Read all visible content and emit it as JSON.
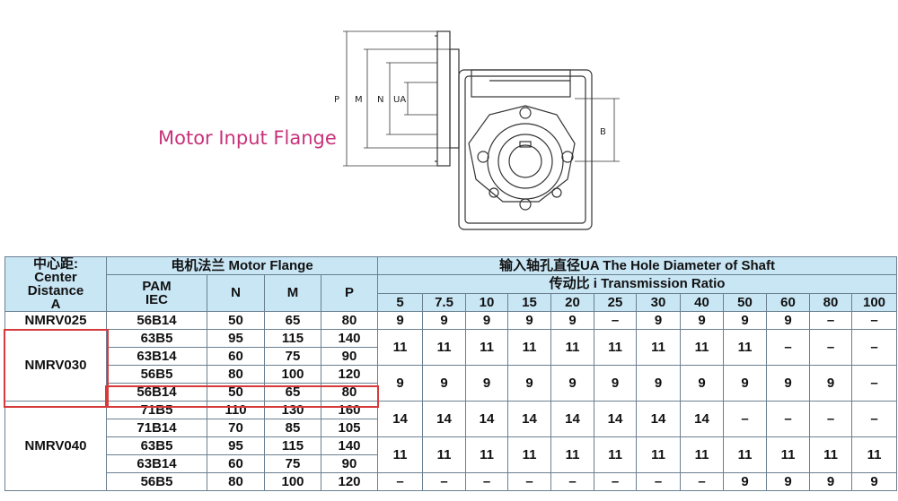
{
  "drawing": {
    "dimension_labels": [
      "P",
      "M",
      "N",
      "UA",
      "B"
    ]
  },
  "flange_label": "Motor Input Flange",
  "table": {
    "center_distance_header": "中心距:\nCenter Distance\nA",
    "motor_flange_header": "电机法兰 Motor Flange",
    "pam_header": "PAM\nIEC",
    "n_header": "N",
    "m_header": "M",
    "p_header": "P",
    "shaft_header": "输入轴孔直径UA The Hole Diameter of Shaft",
    "ratio_header": "传动比 i Transmission Ratio",
    "ratios": [
      "5",
      "7.5",
      "10",
      "15",
      "20",
      "25",
      "30",
      "40",
      "50",
      "60",
      "80",
      "100"
    ],
    "groups": [
      {
        "model": "NMRV025",
        "rows": [
          {
            "pam": "56B14",
            "n": "50",
            "m": "65",
            "p": "80"
          }
        ],
        "ua_blocks": [
          {
            "span": 1,
            "values": [
              "9",
              "9",
              "9",
              "9",
              "9",
              "–",
              "9",
              "9",
              "9",
              "9",
              "–",
              "–"
            ]
          }
        ]
      },
      {
        "model": "NMRV030",
        "rows": [
          {
            "pam": "63B5",
            "n": "95",
            "m": "115",
            "p": "140"
          },
          {
            "pam": "63B14",
            "n": "60",
            "m": "75",
            "p": "90"
          },
          {
            "pam": "56B5",
            "n": "80",
            "m": "100",
            "p": "120"
          },
          {
            "pam": "56B14",
            "n": "50",
            "m": "65",
            "p": "80"
          }
        ],
        "ua_blocks": [
          {
            "span": 2,
            "values": [
              "11",
              "11",
              "11",
              "11",
              "11",
              "11",
              "11",
              "11",
              "11",
              "–",
              "–",
              "–"
            ]
          },
          {
            "span": 2,
            "values": [
              "9",
              "9",
              "9",
              "9",
              "9",
              "9",
              "9",
              "9",
              "9",
              "9",
              "9",
              "–"
            ]
          }
        ]
      },
      {
        "model": "NMRV040",
        "rows": [
          {
            "pam": "71B5",
            "n": "110",
            "m": "130",
            "p": "160"
          },
          {
            "pam": "71B14",
            "n": "70",
            "m": "85",
            "p": "105"
          },
          {
            "pam": "63B5",
            "n": "95",
            "m": "115",
            "p": "140"
          },
          {
            "pam": "63B14",
            "n": "60",
            "m": "75",
            "p": "90"
          },
          {
            "pam": "56B5",
            "n": "80",
            "m": "100",
            "p": "120"
          }
        ],
        "ua_blocks": [
          {
            "span": 2,
            "values": [
              "14",
              "14",
              "14",
              "14",
              "14",
              "14",
              "14",
              "14",
              "–",
              "–",
              "–",
              "–"
            ]
          },
          {
            "span": 2,
            "values": [
              "11",
              "11",
              "11",
              "11",
              "11",
              "11",
              "11",
              "11",
              "11",
              "11",
              "11",
              "11"
            ]
          },
          {
            "span": 1,
            "values": [
              "–",
              "–",
              "–",
              "–",
              "–",
              "–",
              "–",
              "–",
              "9",
              "9",
              "9",
              "9"
            ]
          }
        ]
      }
    ]
  },
  "colors": {
    "header_bg": "#c9e6f5",
    "grid": "#6a7f90",
    "highlight": "#d63a3a",
    "flange_label": "#c8327a"
  }
}
